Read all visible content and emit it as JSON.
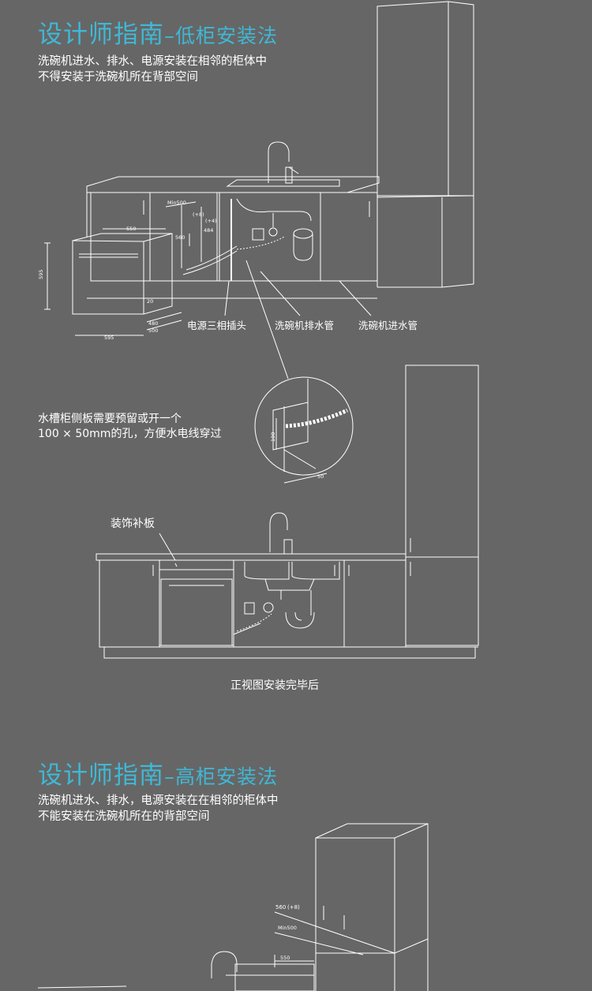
{
  "section1": {
    "title_main": "设计师指南",
    "title_dash": "–",
    "title_sub": "低柜安装法",
    "desc_line1": "洗碗机进水、排水、电源安装在相邻的柜体中",
    "desc_line2": "不得安装于洗碗机所在背部空间",
    "labels": {
      "power": "电源三相插头",
      "drain": "洗碗机排水管",
      "inlet": "洗碗机进水管"
    },
    "dims": {
      "min500": "Min500",
      "d550": "550",
      "d560": "560",
      "d8": "(+8)",
      "d4": "(+4)",
      "d484": "484",
      "d595v": "595",
      "d595h": "595",
      "d20": "20",
      "d480": "480",
      "d500": "500"
    },
    "hole_note_line1": "水槽柜侧板需要预留或开一个",
    "hole_note_line2": "100 × 50mm的孔，方便水电线穿过",
    "hole_dims": {
      "h100": "100",
      "w50": "50"
    },
    "panel_label": "装饰补板",
    "front_caption": "正视图安装完毕后"
  },
  "section2": {
    "title_main": "设计师指南",
    "title_dash": "–",
    "title_sub": "高柜安装法",
    "desc_line1": "洗碗机进水、排水，电源安装在在相邻的柜体中",
    "desc_line2": "不能安装在洗碗机所在的背部空间",
    "dims": {
      "d560": "560",
      "d8": "(+8)",
      "min500": "Min500",
      "d550": "550"
    }
  },
  "colors": {
    "background": "#666666",
    "title_accent": "#3fb8d6",
    "line": "#ffffff"
  }
}
